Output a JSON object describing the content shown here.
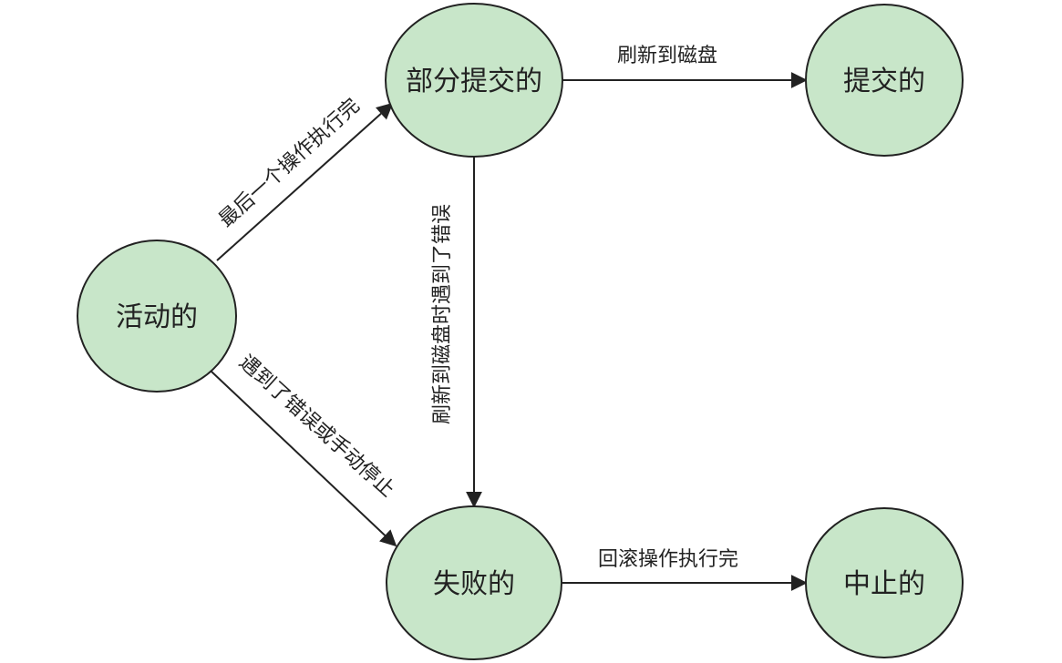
{
  "nodes": {
    "active": "活动的",
    "partially_committed": "部分提交的",
    "committed": "提交的",
    "failed": "失败的",
    "aborted": "中止的"
  },
  "edges": {
    "active_to_partial": "最后一个操作执行完",
    "partial_to_committed": "刷新到磁盘",
    "active_to_failed": "遇到了错误或手动停止",
    "partial_to_failed": "刷新到磁盘时遇到了错误",
    "failed_to_aborted": "回滚操作执行完"
  },
  "colors": {
    "node_fill": "#c8e6c9",
    "stroke": "#222222"
  }
}
